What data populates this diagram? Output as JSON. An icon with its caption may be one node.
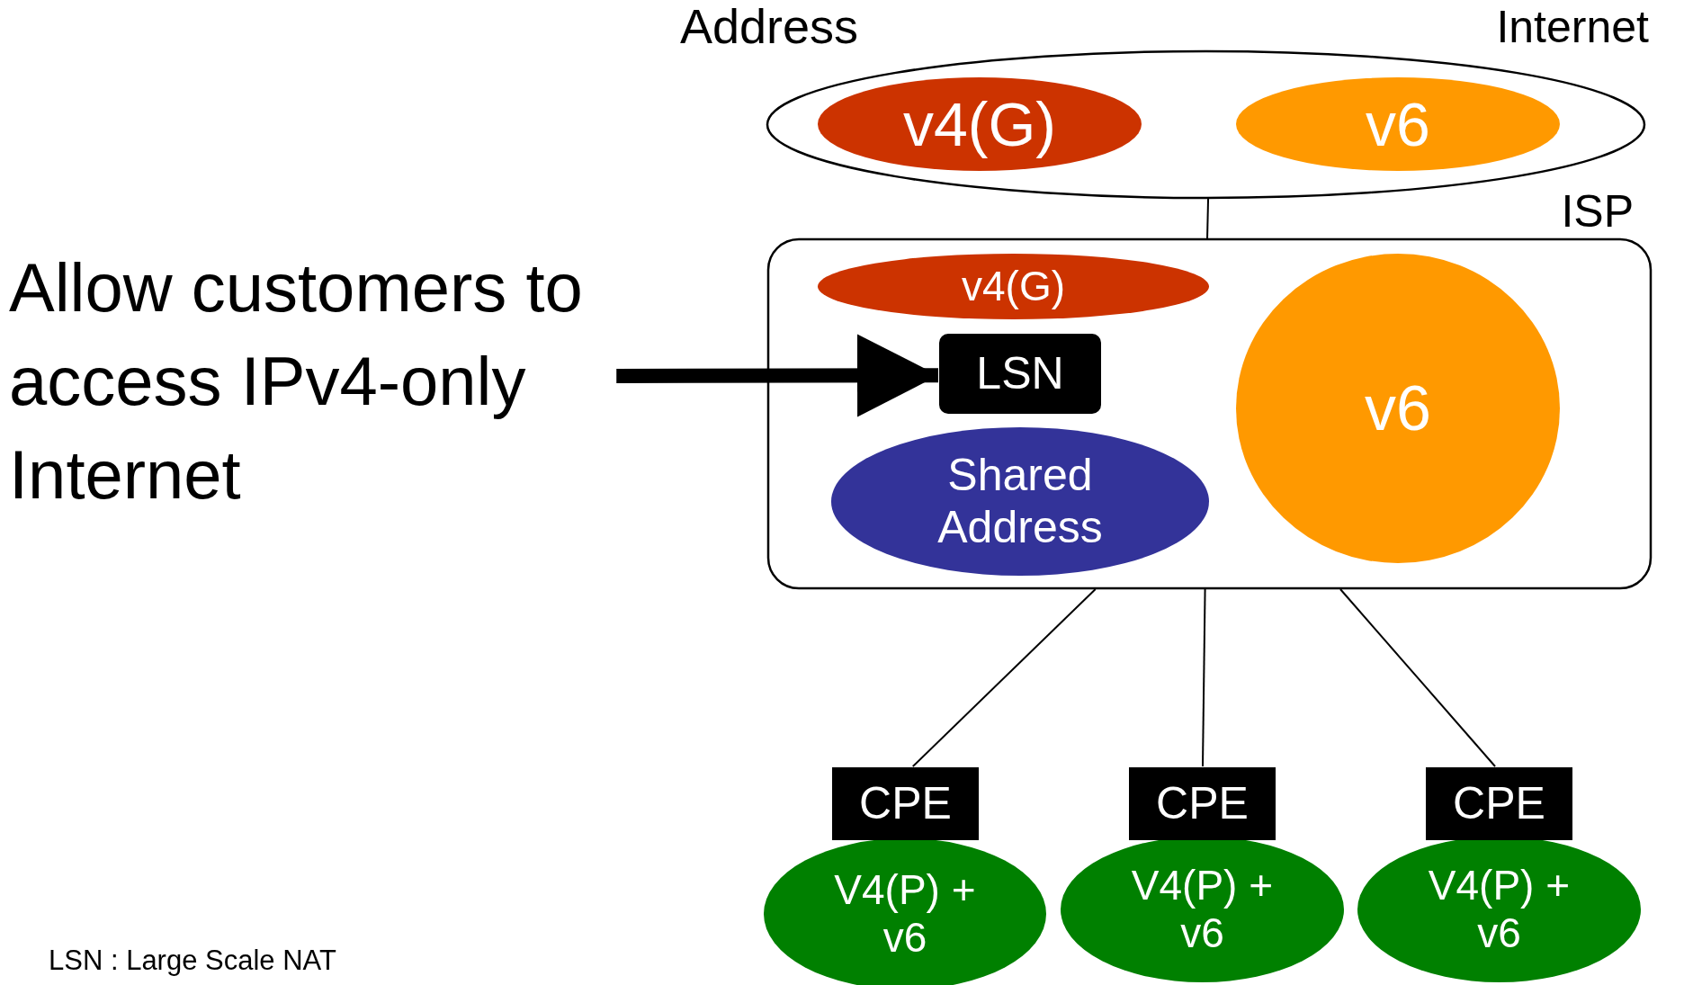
{
  "diagram": {
    "title": "Address",
    "nodes": [
      {
        "text": [
          "Internet"
        ]
      },
      {
        "text": [
          "v4(G)"
        ],
        "in": 0
      },
      {
        "text": [
          "v6"
        ],
        "in": 0
      },
      {
        "text": [
          "ISP"
        ]
      },
      {
        "text": [
          "v4(G)"
        ],
        "in": 3
      },
      {
        "text": [
          "LSN"
        ],
        "in": 3
      },
      {
        "text": [
          "Shared Address"
        ],
        "in": 3
      },
      {
        "text": [
          "v6"
        ],
        "in": 3
      },
      {
        "text": [
          "Allow customers to access IPv4-only Internet"
        ]
      },
      {
        "text": [
          "CPE"
        ]
      },
      {
        "text": [
          "V4(P) + v6"
        ]
      },
      {
        "text": [
          "CPE"
        ]
      },
      {
        "text": [
          "V4(P) + v6"
        ]
      },
      {
        "text": [
          "CPE"
        ]
      },
      {
        "text": [
          "V4(P) + v6"
        ]
      }
    ],
    "edges": [
      {
        "from": 0,
        "to": 3,
        "arrow": "none"
      },
      {
        "from": 3,
        "to": 9,
        "arrow": "none"
      },
      {
        "from": 3,
        "to": 11,
        "arrow": "none"
      },
      {
        "from": 3,
        "to": 13,
        "arrow": "none"
      },
      {
        "from": 8,
        "to": 5,
        "arrow": "to",
        "style": "thick"
      }
    ],
    "labels": [
      "LSN : Large Scale NAT"
    ]
  }
}
